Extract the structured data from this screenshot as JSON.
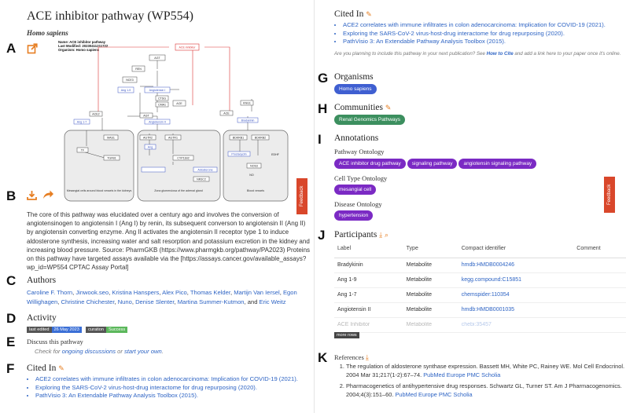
{
  "left": {
    "title": "ACE inhibitor pathway (WP554)",
    "species": "Homo sapiens",
    "letters": {
      "a": "A",
      "b": "B",
      "c": "C",
      "d": "D",
      "e": "E",
      "f": "F"
    },
    "diagram": {
      "header_name": "Name: ACE inhibitor pathway",
      "header_modified": "Last Modified: 20230411211722",
      "header_organism": "Organism: Homo sapiens",
      "nodes": [
        "ACE inhibitor",
        "AGT",
        "REN",
        "NCE3",
        "Ang 1-9",
        "Angiotensin I",
        "ACE",
        "CTSG",
        "CMA1",
        "ACE2",
        "AGT",
        "Ang 1-7",
        "Angiotensin II",
        "KNG1",
        "ACE",
        "Bradykinin",
        "MAS1",
        "AGTR2",
        "AGTR1",
        "BDKRB1",
        "BDKRB2",
        "TF",
        "TGFB1",
        "CYP11B2",
        "Aldosterone",
        "NR3C2",
        "NOS3",
        "NO",
        "EDHF",
        "Prostacyclin",
        "Ang"
      ],
      "box1": "Mesangial cells around blood vessels in the kidneys",
      "box2": "Zona glomerulosa of the adrenal gland",
      "box3": "Blood vessels"
    },
    "description": "The core of this pathway was elucidated over a century ago and involves the conversion of angiotensinogen to angiotensin I (Ang I) by renin, its subsequent converson to angiotensin II (Ang II) by angiotensin converting enzyme. Ang II activates the angiotensin II receptor type 1 to induce aldosterone synthesis, increasing water and salt resorption and potassium excretion in the kidney and increasing blood pressure. Source: PharmGKB (https://www.pharmgkb.org/pathway/PA2023) Proteins on this pathway have targeted assays available via the [https://assays.cancer.gov/available_assays?wp_id=WP554 CPTAC Assay Portal]",
    "authors_title": "Authors",
    "authors": [
      "Caroline F. Thorn",
      "Jinwook.seo",
      "Kristina Hanspers",
      "Alex Pico",
      "Thomas Kelder",
      "Martijn Van Iersel",
      "Egon Willighagen",
      "Christine Chichester",
      "Nuno",
      "Denise Slenter",
      "Martina Summer-Kutmon",
      "Eric Weitz"
    ],
    "authors_sep": ", ",
    "authors_and": ", and ",
    "activity_title": "Activity",
    "activity_last_edited_label": "last edited",
    "activity_last_edited_value": "26 May 2023",
    "activity_curation_label": "curation",
    "activity_curation_value": "Success",
    "discuss_title": "Discuss this pathway",
    "discuss_prefix": "Check for ",
    "discuss_link1": "ongoing discussions",
    "discuss_mid": " or ",
    "discuss_link2": "start your own",
    "discuss_suffix": ".",
    "cited_title": "Cited In",
    "cited": [
      "ACE2 correlates with immune infiltrates in colon adenocarcinoma: Implication for COVID-19 (2021).",
      "Exploring the SARS-CoV-2 virus-host-drug interactome for drug repurposing (2020).",
      "PathVisio 3: An Extendable Pathway Analysis Toolbox (2015)."
    ],
    "feedback": "Feedback"
  },
  "right": {
    "cited_title": "Cited In",
    "cited": [
      "ACE2 correlates with immune infiltrates in colon adenocarcinoma: Implication for COVID-19 (2021).",
      "Exploring the SARS-CoV-2 virus-host-drug interactome for drug repurposing (2020).",
      "PathVisio 3: An Extendable Pathway Analysis Toolbox (2015)."
    ],
    "cite_note_prefix": "Are you planning to include this pathway in your next publication? See ",
    "cite_note_link": "How to Cite",
    "cite_note_suffix": " and add a link here to your paper once it's online.",
    "letters": {
      "g": "G",
      "h": "H",
      "i": "I",
      "j": "J",
      "k": "K"
    },
    "organisms_title": "Organisms",
    "organism": "Homo sapiens",
    "communities_title": "Communities",
    "community": "Renal Genomics Pathways",
    "annotations_title": "Annotations",
    "pathway_ontology_title": "Pathway Ontology",
    "pathway_ontology": [
      "ACE inhibitor drug pathway",
      "signaling pathway",
      "angiotensin signaling pathway"
    ],
    "cell_type_title": "Cell Type Ontology",
    "cell_type": [
      "mesangial cell"
    ],
    "disease_title": "Disease Ontology",
    "disease": [
      "hypertension"
    ],
    "participants_title": "Participants",
    "table_headers": [
      "Label",
      "Type",
      "Compact identifier",
      "Comment"
    ],
    "rows": [
      {
        "label": "Bradykinin",
        "type": "Metabolite",
        "id": "hmdb:HMDB0004246",
        "comment": ""
      },
      {
        "label": "Ang 1-9",
        "type": "Metabolite",
        "id": "kegg.compound:C15851",
        "comment": ""
      },
      {
        "label": "Ang 1-7",
        "type": "Metabolite",
        "id": "chemspider:110354",
        "comment": ""
      },
      {
        "label": "Angiotensin II",
        "type": "Metabolite",
        "id": "hmdb:HMDB0001035",
        "comment": ""
      },
      {
        "label": "ACE Inhibitor",
        "type": "Metabolite",
        "id": "chebi:35457",
        "comment": ""
      }
    ],
    "more_rows": "more rows",
    "references_title": "References",
    "refs": [
      {
        "text": "The regulation of aldosterone synthase expression. Bassett MH, White PC, Rainey WE. Mol Cell Endocrinol. 2004 Mar 31;217(1-2):67–74. ",
        "links": "PubMed Europe PMC Scholia"
      },
      {
        "text": "Pharmacogenetics of antihypertensive drug responses. Schwartz GL, Turner ST. Am J Pharmacogenomics. 2004;4(3):151–60. ",
        "links": "PubMed Europe PMC Scholia"
      }
    ],
    "feedback": "Feedback"
  },
  "colors": {
    "accent_orange": "#e67e22",
    "link_blue": "#2e64c4",
    "pill_blue": "#3f5fd1",
    "pill_green": "#3c8f5f",
    "pill_purple": "#7b2ac4",
    "feedback_red": "#d9472b"
  }
}
